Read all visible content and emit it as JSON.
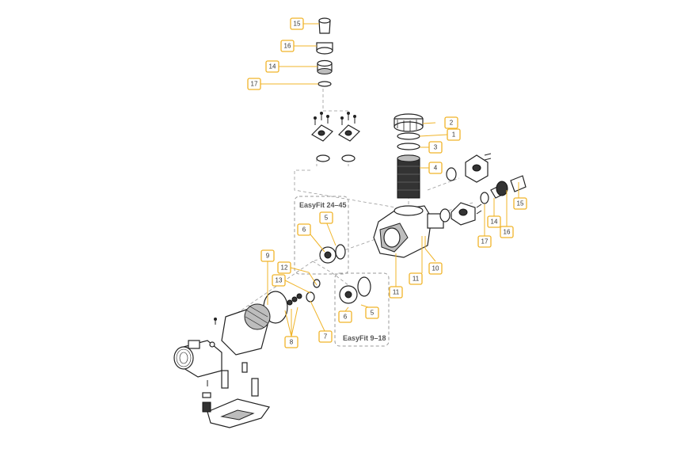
{
  "group_labels": {
    "easyfit_large": "EasyFit 24–45",
    "easyfit_small": "EasyFit 9–18"
  },
  "callouts": {
    "c15_top": "15",
    "c16_top": "16",
    "c14_top": "14",
    "c17_top": "17",
    "c2": "2",
    "c1": "1",
    "c3": "3",
    "c4": "4",
    "c15_right": "15",
    "c16_right": "16",
    "c14_right": "14",
    "c17_right": "17",
    "c11_a": "11",
    "c11_b": "11",
    "c10": "10",
    "c5_upper": "5",
    "c6_upper": "6",
    "c5_lower": "5",
    "c6_lower": "6",
    "c9": "9",
    "c12": "12",
    "c13": "13",
    "c8": "8",
    "c7": "7"
  },
  "colors": {
    "callout_border": "#f0b429",
    "line": "#222222",
    "dashed": "#999999"
  }
}
